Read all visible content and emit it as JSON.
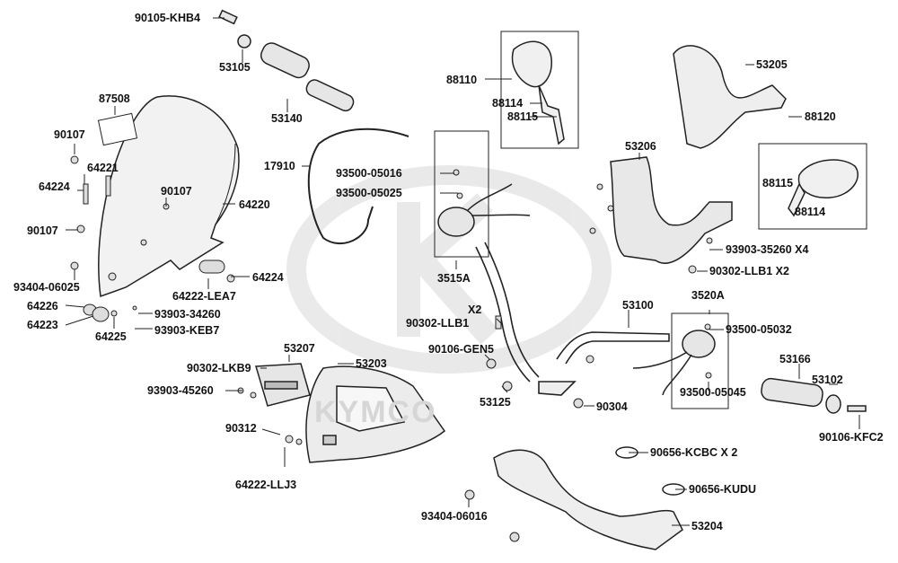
{
  "watermark": {
    "text": "KYMCO"
  },
  "parts": {
    "p90105_khb4": "90105-KHB4",
    "p53105": "53105",
    "p53140": "53140",
    "p87508": "87508",
    "p90107_a": "90107",
    "p64221": "64221",
    "p64224_a": "64224",
    "p90107_b": "90107",
    "p90107_c": "90107",
    "p64220": "64220",
    "p93404_06025": "93404-06025",
    "p64224_b": "64224",
    "p64222_lea7": "64222-LEA7",
    "p64226": "64226",
    "p64223": "64223",
    "p93903_34260": "93903-34260",
    "p64225": "64225",
    "p93903_keb7": "93903-KEB7",
    "p17910": "17910",
    "p88110": "88110",
    "p88114_a": "88114",
    "p88115_a": "88115",
    "p93500_05016": "93500-05016",
    "p93500_05025": "93500-05025",
    "p3515a": "3515A",
    "p53205": "53205",
    "p88120": "88120",
    "p53206": "53206",
    "p88115_b": "88115",
    "p88114_b": "88114",
    "p93903_35260_x4": "93903-35260 X4",
    "p90302_llb1_x2": "90302-LLB1 X2",
    "p53100": "53100",
    "p3520a": "3520A",
    "p93500_05032": "93500-05032",
    "p53166": "53166",
    "p53102": "53102",
    "p93500_05045": "93500-05045",
    "p90106_kfc2": "90106-KFC2",
    "px2": "X2",
    "p90302_llb1": "90302-LLB1",
    "p90106_gen5": "90106-GEN5",
    "p53125": "53125",
    "p90304": "90304",
    "p90302_lkb9": "90302-LKB9",
    "p53207": "53207",
    "p53203": "53203",
    "p93903_45260": "93903-45260",
    "p90312": "90312",
    "p64222_llj3": "64222-LLJ3",
    "p90656_kcbc_x2": "90656-KCBC X 2",
    "p90656_kudu": "90656-KUDU",
    "p93404_06016": "93404-06016",
    "p53204": "53204"
  },
  "colors": {
    "ink": "#111111",
    "part_fill": "#eeeeee",
    "part_shade": "#bbbbbb",
    "watermark": "#dddddd"
  }
}
